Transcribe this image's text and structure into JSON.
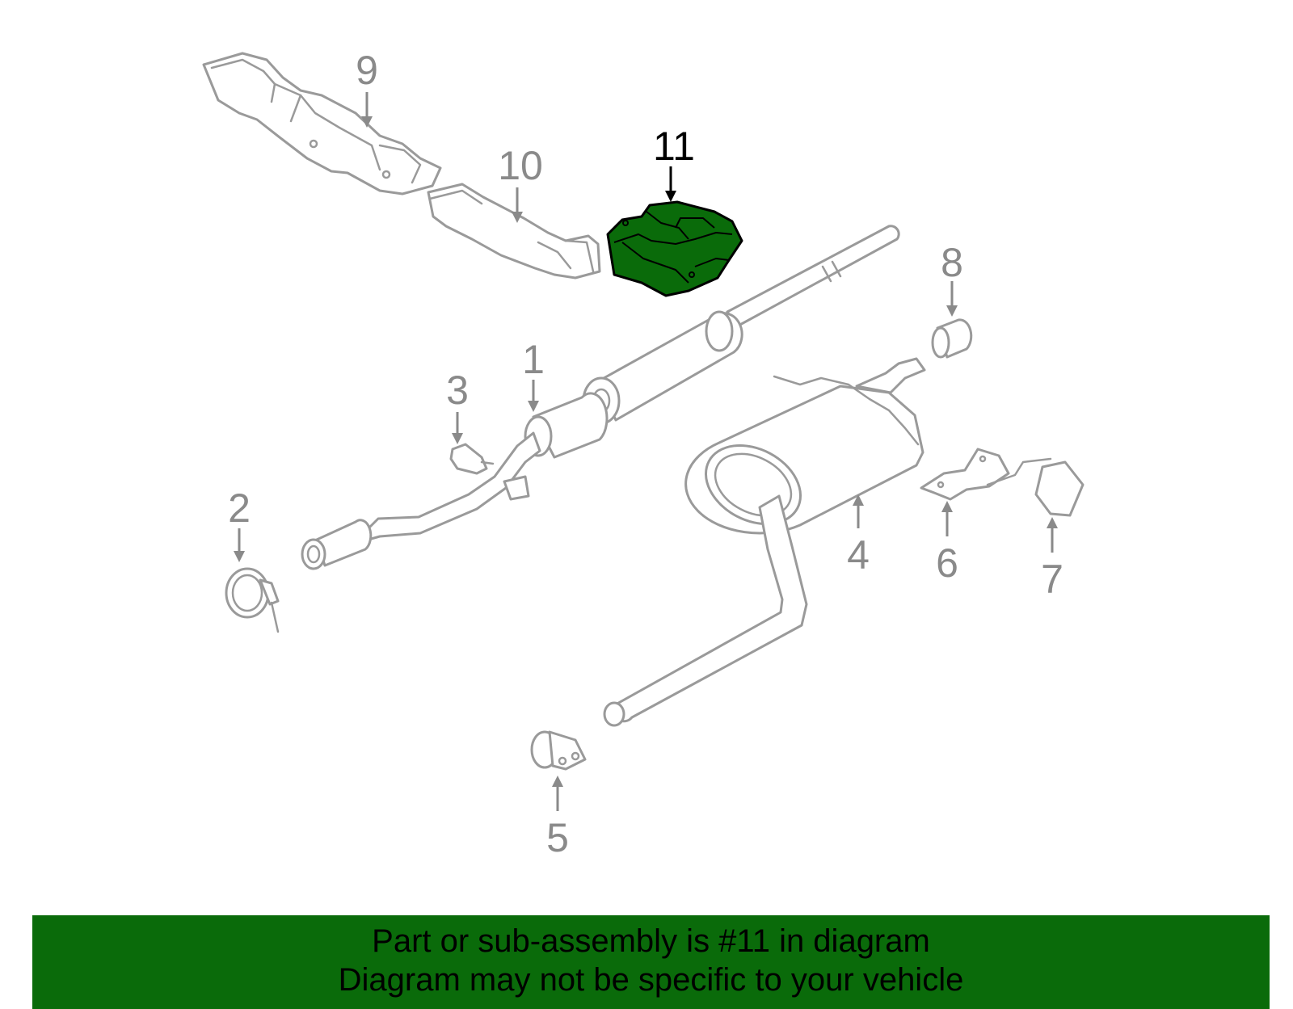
{
  "diagram": {
    "highlight_color": "#0a6b0a",
    "callouts": [
      {
        "id": "1",
        "label": "1"
      },
      {
        "id": "2",
        "label": "2"
      },
      {
        "id": "3",
        "label": "3"
      },
      {
        "id": "4",
        "label": "4"
      },
      {
        "id": "5",
        "label": "5"
      },
      {
        "id": "6",
        "label": "6"
      },
      {
        "id": "7",
        "label": "7"
      },
      {
        "id": "8",
        "label": "8"
      },
      {
        "id": "9",
        "label": "9"
      },
      {
        "id": "10",
        "label": "10"
      },
      {
        "id": "11",
        "label": "11",
        "highlighted": true
      }
    ]
  },
  "banner": {
    "line1": "Part or sub-assembly is #11 in diagram",
    "line2": "Diagram may not be specific to your vehicle"
  }
}
